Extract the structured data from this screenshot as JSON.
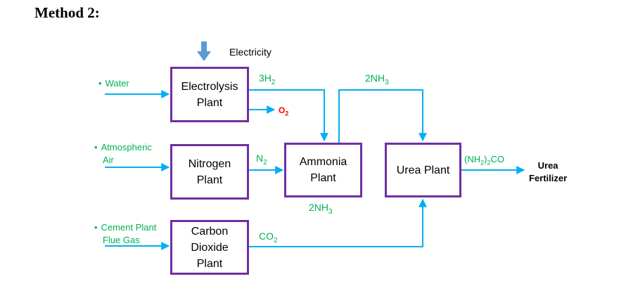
{
  "heading": "Method 2:",
  "boxes": {
    "electrolysis": [
      "Electrolysis",
      "Plant"
    ],
    "nitrogen": [
      "Nitrogen",
      "Plant"
    ],
    "co2": [
      "Carbon",
      "Dioxide",
      "Plant"
    ],
    "ammonia": [
      "Ammonia",
      "Plant"
    ],
    "urea": [
      "Urea Plant"
    ]
  },
  "inputs": {
    "water": [
      "Water"
    ],
    "air": [
      "Atmospheric",
      "Air"
    ],
    "flue": [
      "Cement Plant",
      "Flue Gas"
    ]
  },
  "labels": {
    "electricity": "Electricity",
    "h2": "3H",
    "h2_sub": "2",
    "nh3_top": "2NH",
    "nh3_top_sub": "3",
    "nh3_bottom": "2NH",
    "nh3_bottom_sub": "3",
    "n2": "N",
    "n2_sub": "2",
    "co2": "CO",
    "co2_sub": "2",
    "o2": "O",
    "o2_sub": "2",
    "urea_formula_a": "(NH",
    "urea_formula_sub": "2",
    "urea_formula_b": ")",
    "urea_formula_sub2": "2",
    "urea_formula_c": "CO",
    "product": [
      "Urea",
      "Fertilizer"
    ]
  },
  "colors": {
    "arrow": "#00b0f0",
    "box_border": "#7030a0",
    "green_text": "#00b050",
    "electricity_arrow": "#5b9bd5",
    "oxygen": "#ff0000"
  }
}
